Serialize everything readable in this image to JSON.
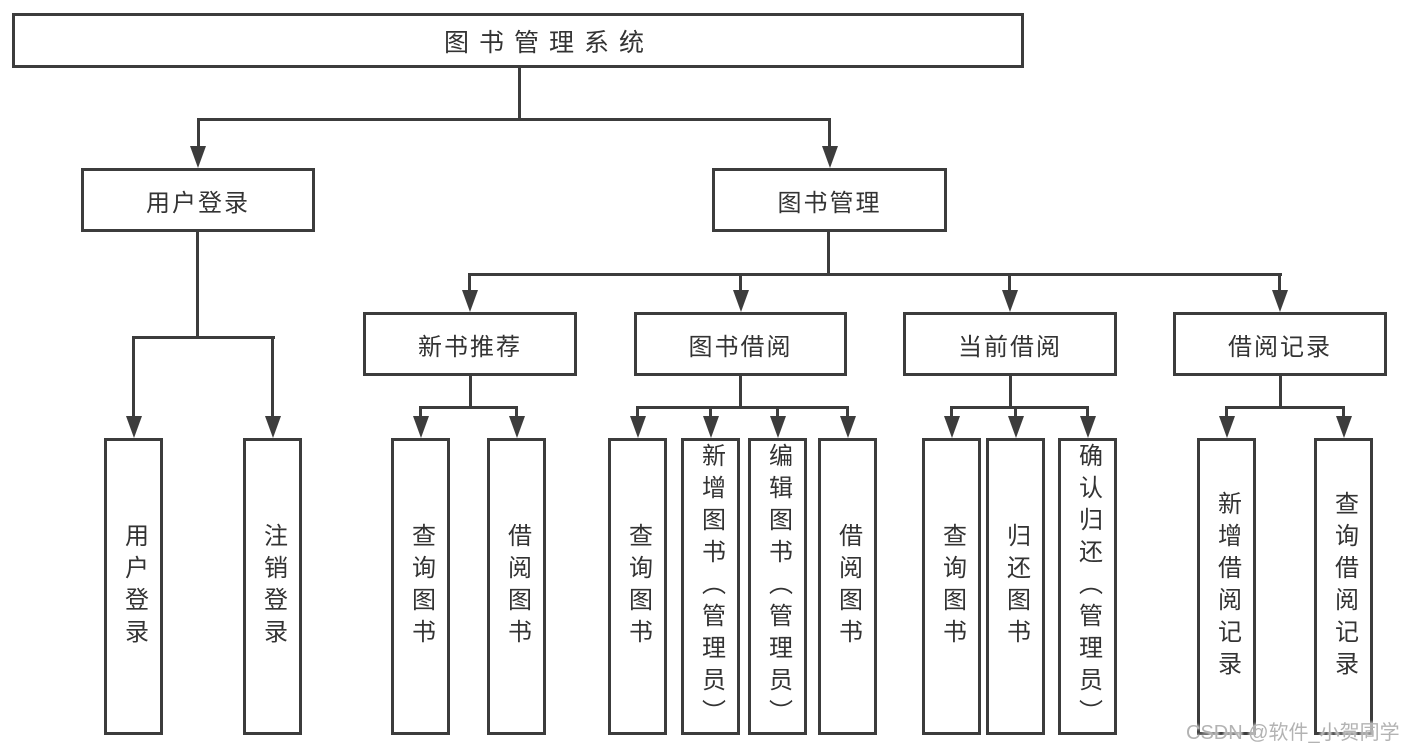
{
  "diagram_title": "图书管理系统",
  "tree": {
    "label": "图书管理系统",
    "children": [
      {
        "label": "用户登录",
        "children": [
          {
            "label": "用户登录"
          },
          {
            "label": "注销登录"
          }
        ]
      },
      {
        "label": "图书管理",
        "children": [
          {
            "label": "新书推荐",
            "children": [
              {
                "label": "查询图书"
              },
              {
                "label": "借阅图书"
              }
            ]
          },
          {
            "label": "图书借阅",
            "children": [
              {
                "label": "查询图书"
              },
              {
                "label": "新增图书（管理员）"
              },
              {
                "label": "编辑图书（管理员）"
              },
              {
                "label": "借阅图书"
              }
            ]
          },
          {
            "label": "当前借阅",
            "children": [
              {
                "label": "查询图书"
              },
              {
                "label": "归还图书"
              },
              {
                "label": "确认归还（管理员）"
              }
            ]
          },
          {
            "label": "借阅记录",
            "children": [
              {
                "label": "新增借阅记录"
              },
              {
                "label": "查询借阅记录"
              }
            ]
          }
        ]
      }
    ]
  },
  "watermark": {
    "text": "CSDN @软件_小贺同学"
  },
  "colors": {
    "line": "#3c3c3c",
    "text": "#333333",
    "watermark": "#b3b3b3",
    "background": "#ffffff"
  }
}
